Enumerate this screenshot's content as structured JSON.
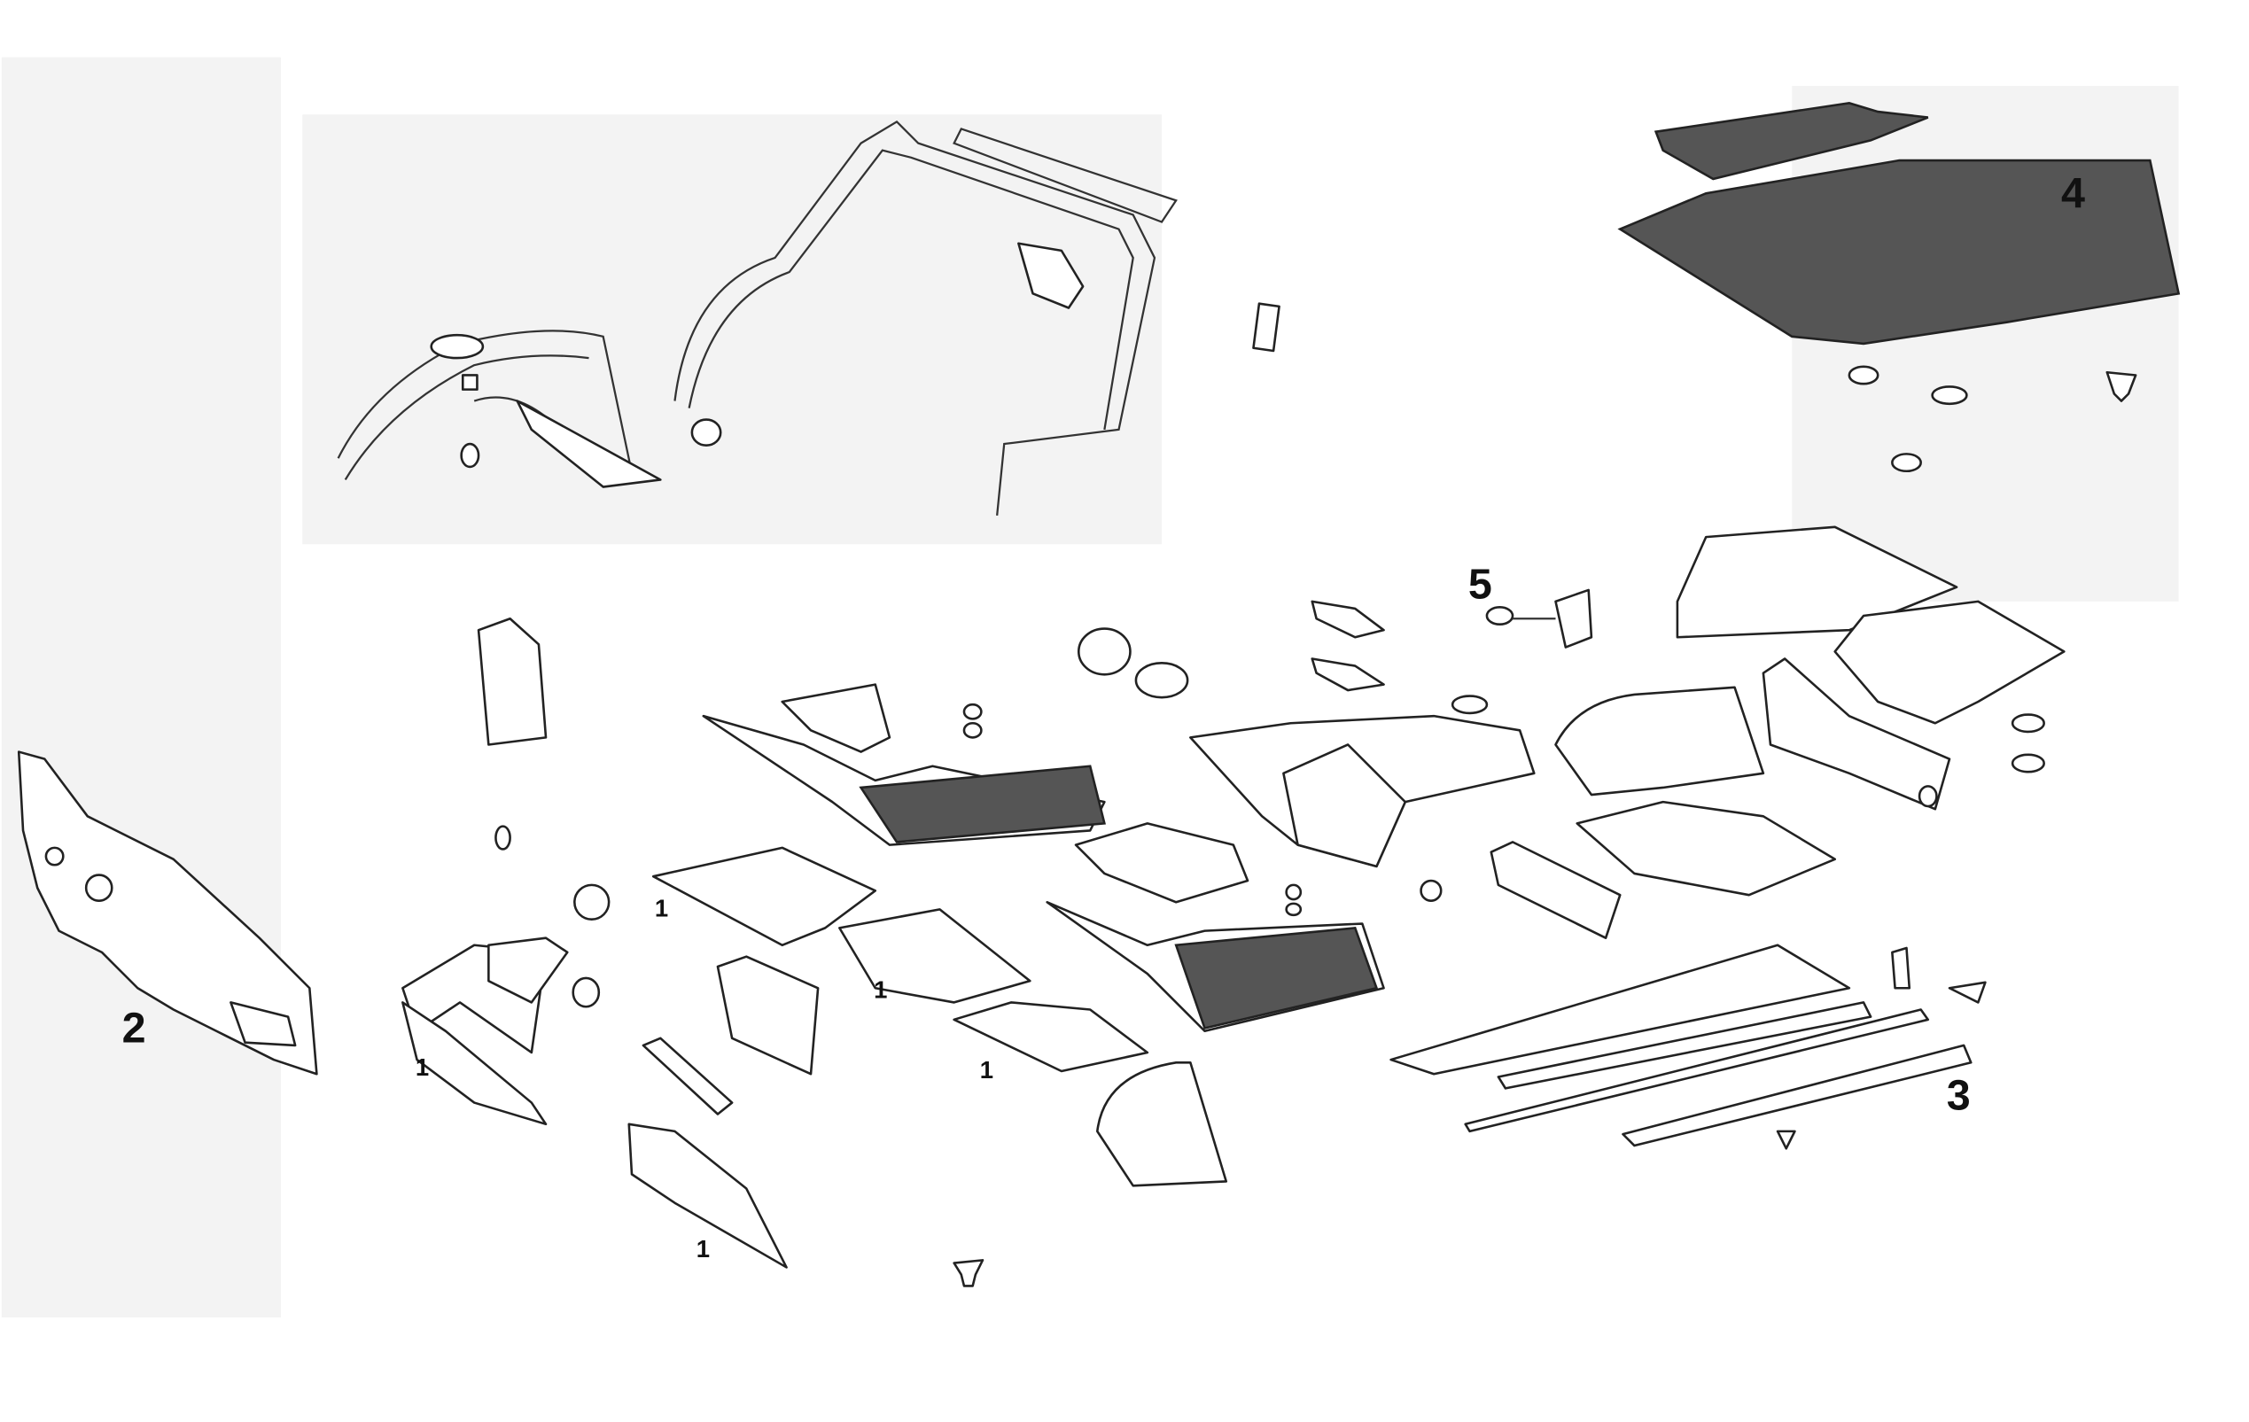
{
  "diagram": {
    "labels": {
      "part_1": "1",
      "part_2": "2",
      "part_3": "3",
      "part_4": "4",
      "part_5": "5"
    }
  }
}
